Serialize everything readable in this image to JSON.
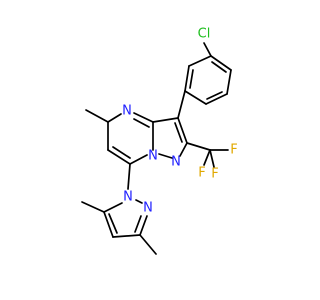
{
  "molecule": {
    "atoms": {
      "cl": {
        "label": "Cl",
        "color": "#1fbf1f"
      },
      "n_pyrimidine": {
        "label": "N",
        "color": "#1f1fff"
      },
      "n_bridge": {
        "label": "N",
        "color": "#1f1fff"
      },
      "n_pyrazole": {
        "label": "N",
        "color": "#1f1fff"
      },
      "n_dmp_1": {
        "label": "N",
        "color": "#1f1fff"
      },
      "n_dmp_2": {
        "label": "N",
        "color": "#1f1fff"
      },
      "f_1": {
        "label": "F",
        "color": "#e0a800"
      },
      "f_2": {
        "label": "F",
        "color": "#e0a800"
      },
      "f_3": {
        "label": "F",
        "color": "#e0a800"
      }
    },
    "bond_color": "#000000"
  }
}
